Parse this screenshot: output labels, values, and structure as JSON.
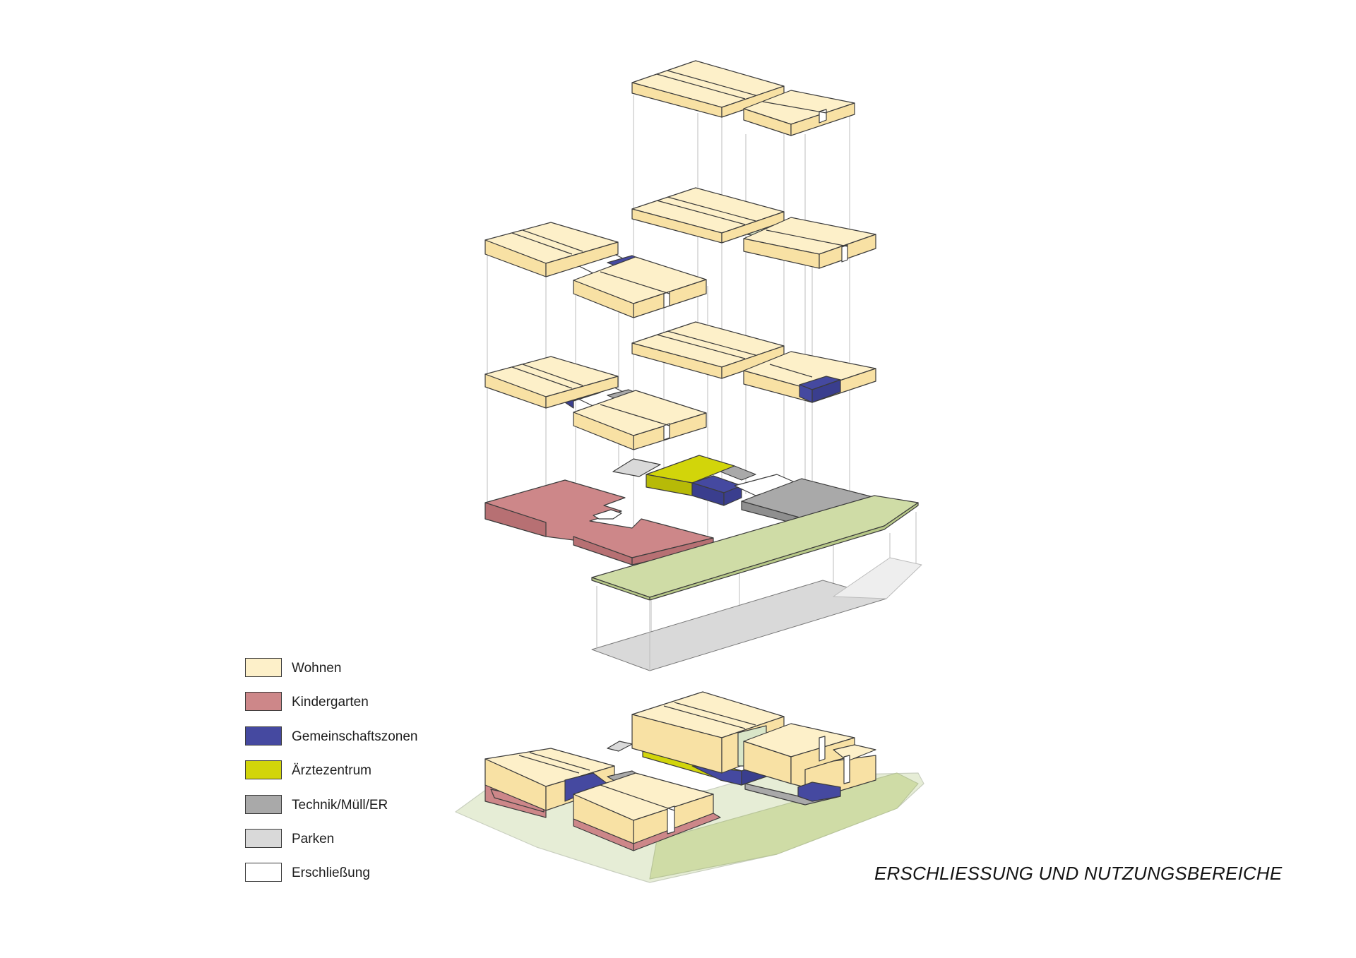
{
  "title": "ERSCHLIESSUNG UND NUTZUNGSBEREICHE",
  "colors": {
    "wohnen_top": "#fdf0c9",
    "wohnen_side": "#f8e1a4",
    "kindergarten": "#cd8789",
    "gemeinschaft": "#4549a0",
    "aerzte": "#d2d50a",
    "technik": "#a9a9a9",
    "parken": "#d9d9d9",
    "erschliessung": "#ffffff",
    "green_deck": "#cfdca6",
    "outline": "#3c3c3c",
    "guide": "#b8b8b8"
  },
  "legend": [
    {
      "label": "Wohnen",
      "color": "#fdf0c9",
      "icon": "swatch"
    },
    {
      "label": "Kindergarten",
      "color": "#cd8789",
      "icon": "swatch"
    },
    {
      "label": "Gemeinschaftszonen",
      "color": "#4549a0",
      "icon": "swatch"
    },
    {
      "label": "Ärztezentrum",
      "color": "#d2d50a",
      "icon": "swatch"
    },
    {
      "label": "Technik/Müll/ER",
      "color": "#a9a9a9",
      "icon": "swatch"
    },
    {
      "label": "Parken",
      "color": "#d9d9d9",
      "icon": "swatch"
    },
    {
      "label": "Erschließung",
      "color": "#ffffff",
      "icon": "swatch"
    }
  ]
}
